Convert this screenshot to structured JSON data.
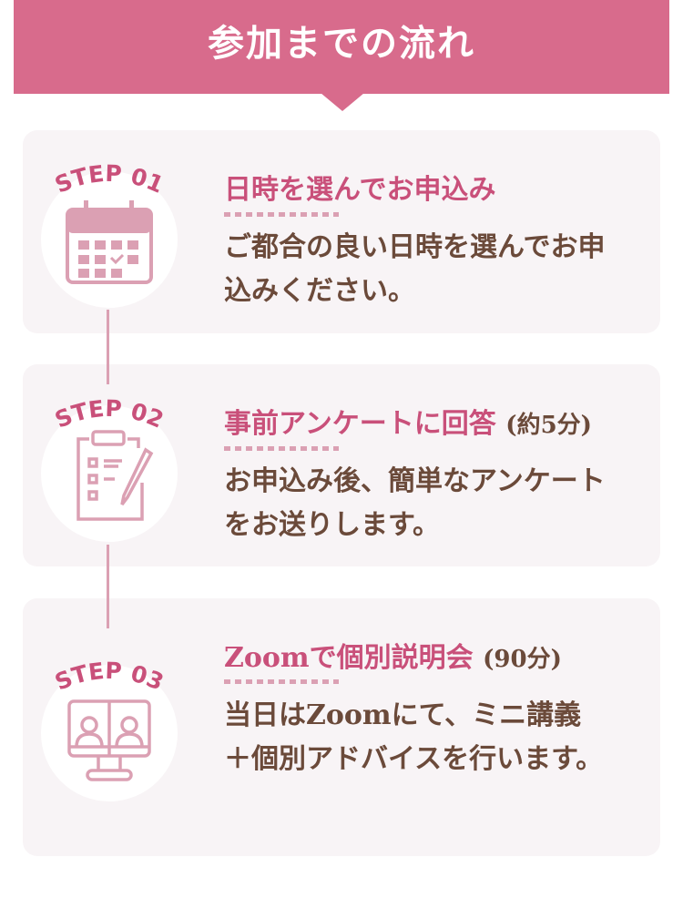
{
  "header": {
    "title": "参加までの流れ"
  },
  "steps": [
    {
      "label": "STEP 01",
      "title": "日時を選んでお申込み",
      "note": "",
      "desc": "ご都合の良い日時を選んでお申込みください。",
      "icon": "calendar-icon"
    },
    {
      "label": "STEP 02",
      "title": "事前アンケートに回答",
      "note": "(約5分)",
      "desc": "お申込み後、簡単なアンケートをお送りします。",
      "icon": "clipboard-icon"
    },
    {
      "label": "STEP 03",
      "title": "Zoomで個別説明会",
      "note": "(90分)",
      "desc": "当日はZoomにて、ミニ講義＋個別アドバイスを行います。",
      "icon": "video-call-icon"
    }
  ],
  "colors": {
    "header": "#d86b8c",
    "title": "#c9507a",
    "text": "#6b4a3a",
    "icon": "#dba0b3"
  }
}
